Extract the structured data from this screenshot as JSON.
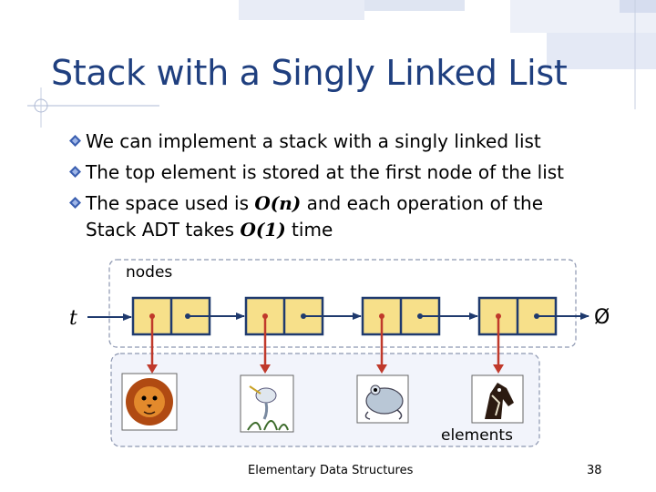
{
  "slide": {
    "title": "Stack with a Singly Linked List",
    "bullets": [
      {
        "text": "We can implement a stack with a singly linked list"
      },
      {
        "text": "The top element is stored at the first node of the list"
      },
      {
        "pre": "The space used is ",
        "math1": "O(n)",
        "mid": " and each operation of the",
        "line2_pre": "Stack ADT takes ",
        "math2": "O(1)",
        "line2_post": " time"
      }
    ]
  },
  "diagram": {
    "nodes_label": "nodes",
    "elements_label": "elements",
    "top_pointer_label": "t",
    "null_symbol": "Ø",
    "element_icons": [
      "lion-icon",
      "heron-icon",
      "frog-icon",
      "horse-icon"
    ]
  },
  "footer": {
    "course": "Elementary Data Structures",
    "page": "38"
  },
  "colors": {
    "title": "#1f3f7f",
    "node_fill": "#f7e08a",
    "node_border": "#1f3a6e",
    "arrow_red": "#c0392b",
    "frame_dash": "#8c96b0",
    "element_frame_fill": "#f2f4fb"
  }
}
